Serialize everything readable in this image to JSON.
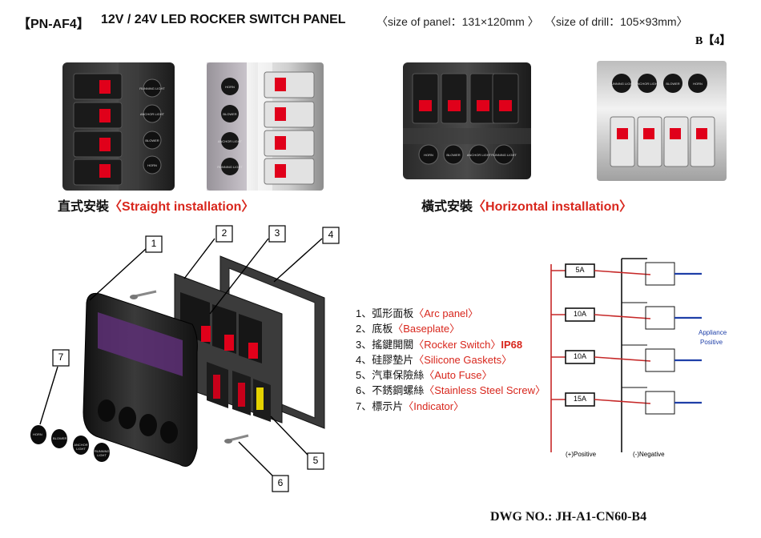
{
  "header": {
    "model": "【PN-AF4】",
    "title": "12V / 24V LED ROCKER SWITCH PANEL",
    "size_panel": "〈size of panel：131×120mm 〉",
    "size_drill": "〈size of drill：105×93mm〉",
    "page_ref": "B【4】"
  },
  "installations": {
    "straight": {
      "cn": "直式安裝",
      "en": "〈Straight  installation〉"
    },
    "horizontal": {
      "cn": "橫式安裝",
      "en": "〈Horizontal  installation〉"
    }
  },
  "panel_labels": {
    "straight_black": [
      "RUNNING LIGHT",
      "ANCHOR LIGHT",
      "BLOWER",
      "HORN"
    ],
    "straight_silver": [
      "HORN",
      "BLOWER",
      "ANCHOR LIGHT",
      "RUNNING LIGHT"
    ],
    "horizontal_black": [
      "HORN",
      "BLOWER",
      "ANCHOR LIGHT",
      "RUNNING LIGHT"
    ],
    "horizontal_silver": [
      "RUNNING LIGHT",
      "ANCHOR LIGHT",
      "BLOWER",
      "HORN"
    ],
    "exploded_caps": [
      "HORN",
      "BLOWER",
      "ANCHOR LIGHT",
      "RUNNING LIGHT"
    ]
  },
  "callouts": [
    "1",
    "2",
    "3",
    "4",
    "5",
    "6",
    "7"
  ],
  "parts": [
    {
      "num": "1、",
      "cn": "弧形面板",
      "en": "〈Arc panel〉",
      "extra": ""
    },
    {
      "num": "2、",
      "cn": "底板",
      "en": "〈Baseplate〉",
      "extra": ""
    },
    {
      "num": "3、",
      "cn": "搖鍵開關",
      "en": "〈Rocker Switch〉",
      "extra": "IP68"
    },
    {
      "num": "4、",
      "cn": "硅膠墊片",
      "en": "〈Silicone Gaskets〉",
      "extra": ""
    },
    {
      "num": "5、",
      "cn": "汽車保險絲",
      "en": "〈Auto Fuse〉",
      "extra": ""
    },
    {
      "num": "6、",
      "cn": "不銹鋼螺絲",
      "en": "〈Stainless Steel Screw〉",
      "extra": ""
    },
    {
      "num": "7、",
      "cn": "標示片",
      "en": "〈Indicator〉",
      "extra": ""
    }
  ],
  "wiring": {
    "fuses": [
      "5A",
      "10A",
      "10A",
      "15A"
    ],
    "appliance_label_1": "Appliance",
    "appliance_label_2": "Positive",
    "positive_label": "(+)Positive",
    "negative_label": "(-)Negative"
  },
  "colors": {
    "accent_red": "#d8261c",
    "wire_red": "#c62828",
    "wire_blue": "#1e3fa8",
    "switch_red": "#e0001a"
  },
  "footer": {
    "dwg": "DWG NO.: JH-A1-CN60-B4"
  }
}
